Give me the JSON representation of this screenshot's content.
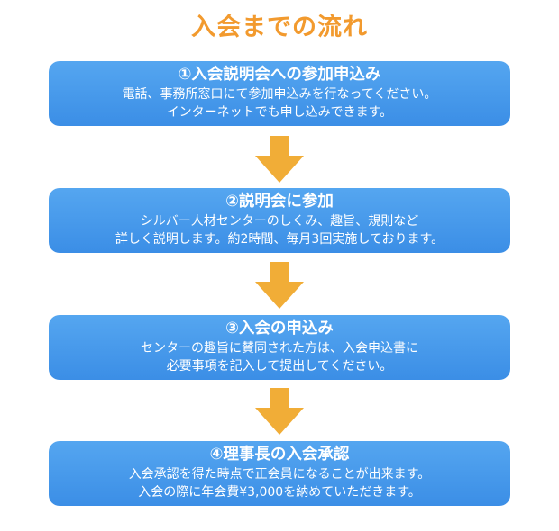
{
  "title": "入会までの流れ",
  "colors": {
    "title": "#f29a2e",
    "box": "#4a9bea",
    "arrow": "#f1ad37",
    "box_text": "#ffffff"
  },
  "steps": [
    {
      "heading": "①入会説明会への参加申込み",
      "lines": [
        "電話、事務所窓口にて参加申込みを行なってください。",
        "インターネットでも申し込みできます。"
      ]
    },
    {
      "heading": "②説明会に参加",
      "lines": [
        "シルバー人材センターのしくみ、趣旨、規則など",
        "詳しく説明します。約2時間、毎月3回実施しております。"
      ]
    },
    {
      "heading": "③入会の申込み",
      "lines": [
        "センターの趣旨に賛同された方は、入会申込書に",
        "必要事項を記入して提出してください。"
      ]
    },
    {
      "heading": "④理事長の入会承認",
      "lines": [
        "入会承認を得た時点で正会員になることが出来ます。",
        "入会の際に年会費¥3,000を納めていただきます。"
      ]
    }
  ]
}
